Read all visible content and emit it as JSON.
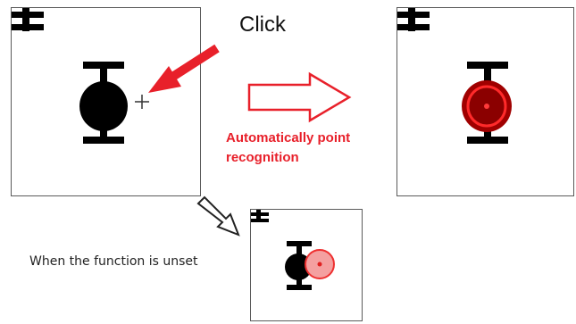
{
  "labels": {
    "click": "Click",
    "auto_line1": "Automatically point",
    "auto_line2": "recognition",
    "unset": "When the function is unset"
  },
  "colors": {
    "accent_red": "#e8202a",
    "symbol_black": "#000000",
    "recognized_dark_red": "#8b0000",
    "recognized_light_red": "#f08080",
    "outline_gray": "#5a5a5a"
  },
  "icons": {
    "pipe_symbol": "valve-symbol-icon",
    "corner_symbol": "corner-valve-icon",
    "cursor": "crosshair-cursor-icon",
    "arrow": "right-arrow-icon"
  }
}
